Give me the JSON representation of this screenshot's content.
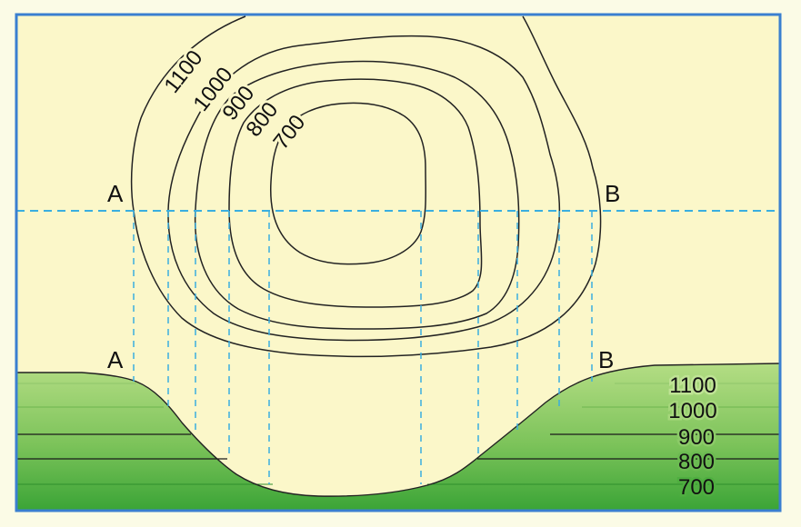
{
  "figure": {
    "contour_labels": [
      "1100",
      "1000",
      "900",
      "800",
      "700"
    ],
    "profile_scale_labels": [
      "1100",
      "1000",
      "900",
      "800",
      "700"
    ],
    "section_start_label": "A",
    "section_end_label": "B",
    "profile_start_label": "A",
    "profile_end_label": "B"
  },
  "colors": {
    "background": "#fbf7c9",
    "frame": "#3a7fd0",
    "contour_line": "#222222",
    "section_line": "#3aaee0",
    "profile_green_light": "#a9d87a",
    "profile_green_dark": "#3faa3a"
  }
}
